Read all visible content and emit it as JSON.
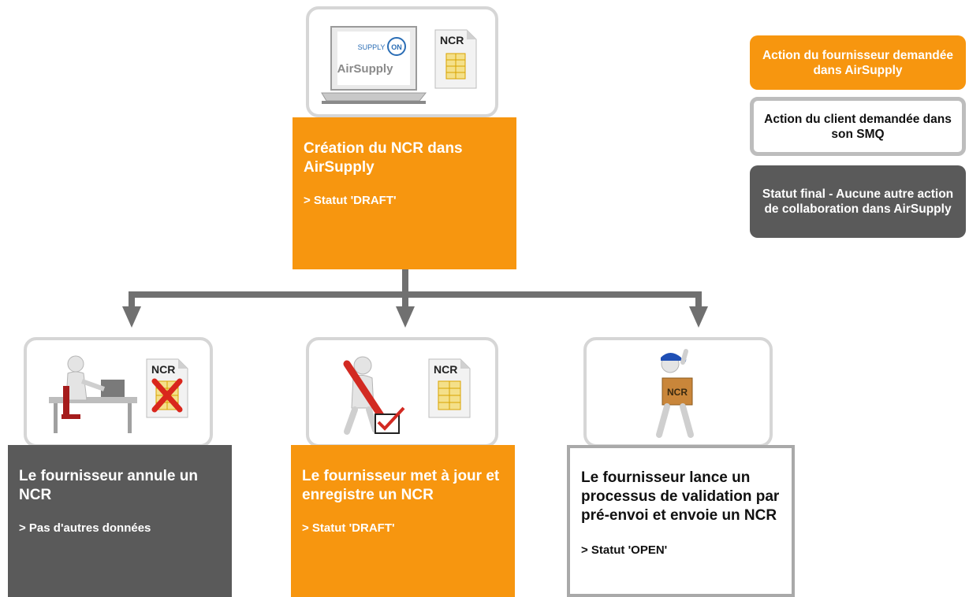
{
  "top": {
    "logo_text": "SUPPLY",
    "logo_on": "ON",
    "product": "AirSupply",
    "doc_label": "NCR",
    "title": "Création du NCR dans AirSupply",
    "status": "> Statut 'DRAFT'"
  },
  "left": {
    "doc_label": "NCR",
    "title": "Le fournisseur annule un NCR",
    "status": "> Pas d'autres données"
  },
  "middle": {
    "doc_label": "NCR",
    "title": "Le fournisseur met à jour et enregistre un NCR",
    "status": "> Statut 'DRAFT'"
  },
  "right": {
    "doc_label": "NCR",
    "title": "Le fournisseur lance un processus de validation par pré-envoi et envoie un NCR",
    "status": "> Statut 'OPEN'"
  },
  "legend": {
    "supplier": "Action du fournisseur demandée dans AirSupply",
    "client": "Action du client demandée dans son SMQ",
    "final": "Statut final - Aucune autre action de collaboration dans AirSupply"
  },
  "colors": {
    "orange": "#f7960f",
    "dark": "#5a5a5a",
    "frame": "#d6d6d6",
    "connector": "#707070"
  }
}
